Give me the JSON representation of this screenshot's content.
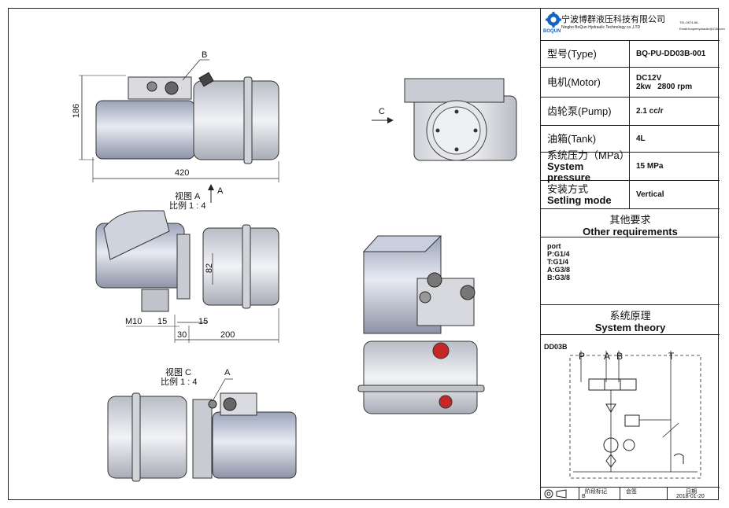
{
  "company": {
    "name_cn": "宁波博群液压科技有限公司",
    "name_en": "Ningbo BoQun Hydraulic Technology co.,LTD",
    "logo_text": "BOQUN",
    "contact_line1": "TEL:0574-86...",
    "contact_line2": "Email:boqunhydraulic@126.com"
  },
  "specs": [
    {
      "label": "型号(Type)",
      "value": "BQ-PU-DD03B-001"
    },
    {
      "label": "电机(Motor)",
      "value": "DC12V\n2kw   2800 rpm"
    },
    {
      "label": "齿轮泵(Pump)",
      "value": "2.1 cc/r"
    },
    {
      "label": "油箱(Tank)",
      "value": "4L"
    },
    {
      "label": "系统压力（MPa）",
      "label_en": "System pressure",
      "value": "15 MPa"
    },
    {
      "label": "安装方式",
      "label_en": "Setling mode",
      "value": "Vertical"
    }
  ],
  "other_requirements": {
    "title_cn": "其他要求",
    "title_en": "Other requirements",
    "lines": [
      "port",
      "P:G1/4",
      "T:G1/4",
      "A:G3/8",
      "B:G3/8"
    ]
  },
  "system_theory": {
    "title_cn": "系统原理",
    "title_en": "System theory",
    "code": "DD03B",
    "port_labels": [
      "P",
      "A",
      "B",
      "T"
    ]
  },
  "footer": {
    "stage_mark": "阶段标记",
    "stage_value": "B",
    "sign": "会签",
    "date_label": "日期",
    "date_value": "2018-01-20"
  },
  "drawing": {
    "dim_height": "186",
    "dim_length": "420",
    "view_a_title": "视图 A",
    "view_a_scale": "比例 1 : 4",
    "view_a_arrow": "A",
    "view_c_title": "视图 C",
    "view_c_scale": "比例 1 : 4",
    "view_c_letter": "C",
    "letter_a": "A",
    "letter_b": "B",
    "dim_82": "82",
    "dim_thread": "M10",
    "dim_depth": "15",
    "dim_15": "15",
    "dim_30": "30",
    "dim_200": "200"
  }
}
